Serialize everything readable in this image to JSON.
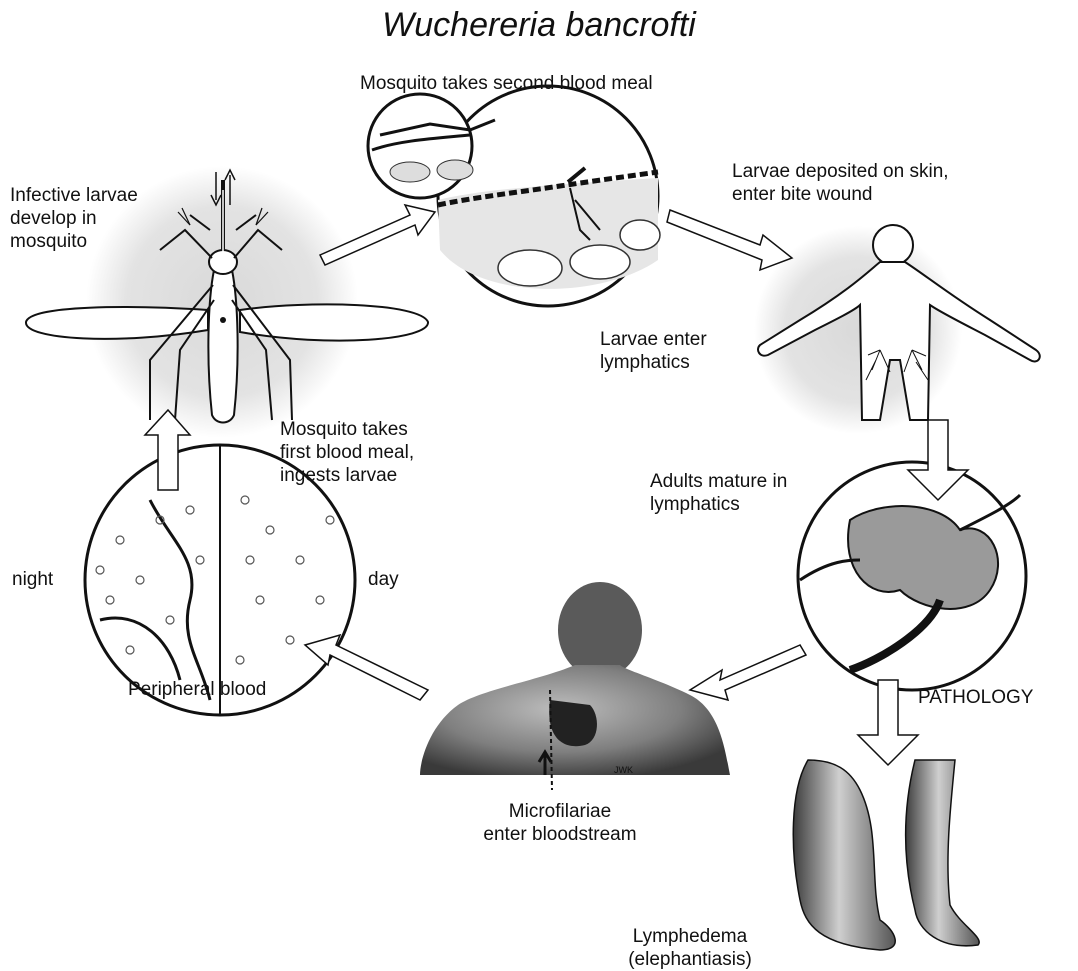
{
  "title": "Wuchereria bancrofti",
  "labels": {
    "second_meal": "Mosquito takes second blood meal",
    "deposited": "Larvae deposited on skin,\nenter bite wound",
    "infective": "Infective larvae\ndevelop in\nmosquito",
    "enter_lymph": "Larvae enter\nlymphatics",
    "first_meal": "Mosquito takes\nfirst blood meal,\ningests larvae",
    "adults": "Adults mature in\nlymphatics",
    "night": "night",
    "day": "day",
    "peripheral": "Peripheral blood",
    "pathology": "PATHOLOGY",
    "microfilariae": "Microfilariae\nenter bloodstream",
    "lymphedema": "Lymphedema\n(elephantiasis)"
  },
  "signature": "JWK",
  "colors": {
    "ink": "#111111",
    "shade": "#d9d9d9",
    "skin": "#8a8a8a"
  },
  "icons": [
    "mosquito-illustration",
    "bite-wound-closeup",
    "human-body-lymphatics",
    "lymph-node-closeup",
    "peripheral-blood-smear",
    "human-torso-heart",
    "swollen-legs-elephantiasis"
  ]
}
